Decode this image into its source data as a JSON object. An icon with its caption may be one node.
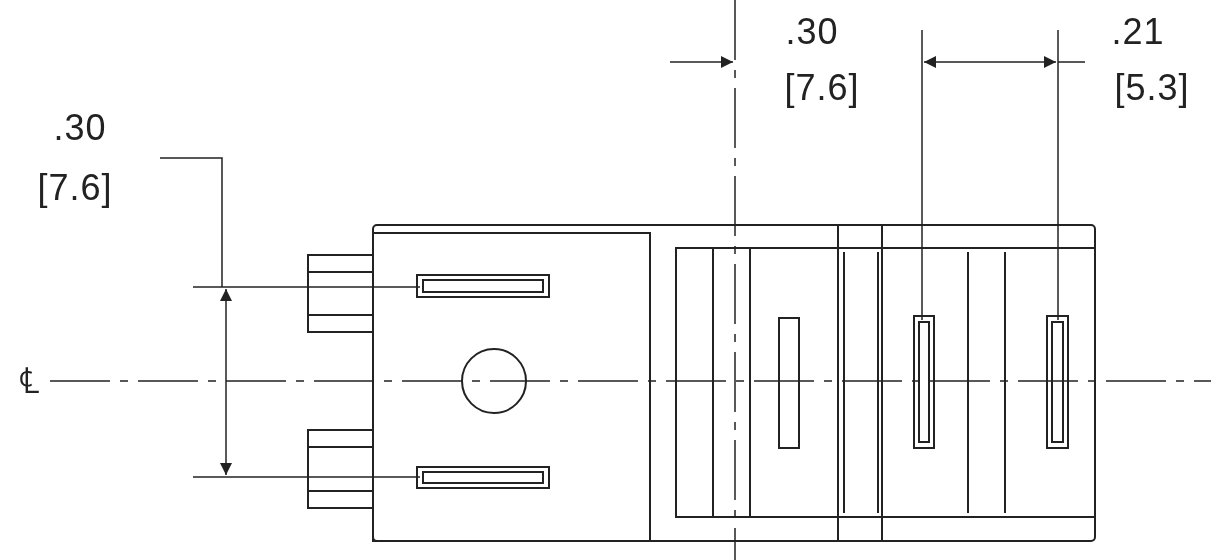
{
  "diagram": {
    "labels": [
      ".30",
      "[7.6]",
      ".21",
      "[5.3]",
      ".30",
      "[7.6]",
      "℄"
    ]
  }
}
